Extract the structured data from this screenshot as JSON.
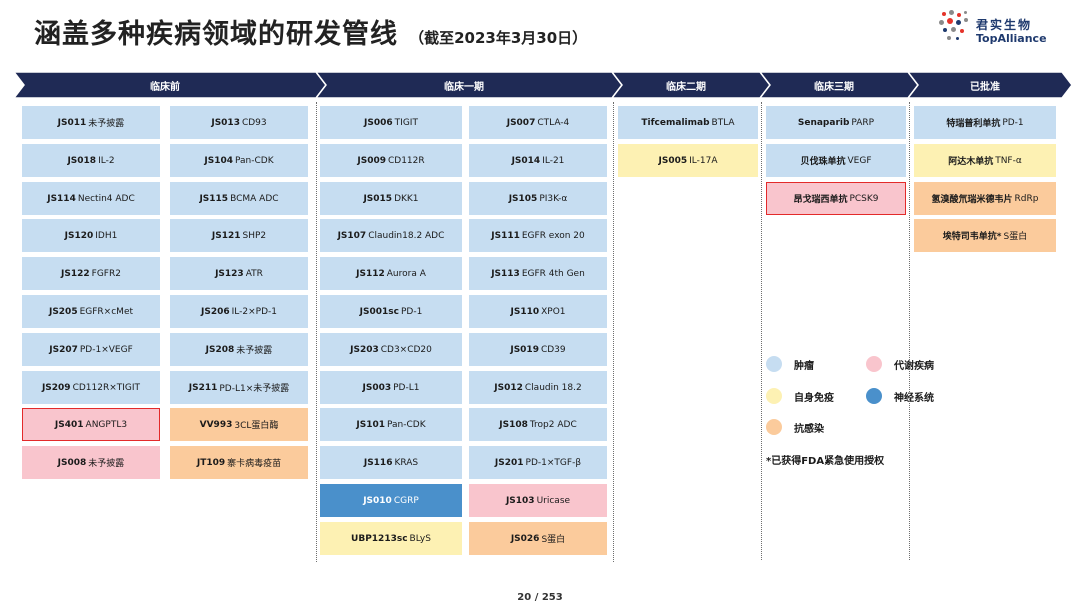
{
  "header": {
    "title": "涵盖多种疾病领域的研发管线",
    "subtitle": "（截至2023年3月30日）"
  },
  "logo": {
    "cn": "君实生物",
    "en": "TopAlliance"
  },
  "phases": [
    "临床前",
    "临床一期",
    "临床二期",
    "临床三期",
    "已批准"
  ],
  "colors": {
    "phase_bar": "#1f2a55",
    "oncology": "#c6ddf1",
    "autoimmune": "#fdf1b3",
    "anti_infection": "#fbcb9c",
    "metabolic": "#f9c5cd",
    "neurology": "#4a90cb",
    "highlight_border": "#e32a2a"
  },
  "columns": [
    {
      "phase": "临床前",
      "items": [
        {
          "code": "JS011",
          "target": "未予披露",
          "cat": "onc"
        },
        {
          "code": "JS018",
          "target": "IL-2",
          "cat": "onc"
        },
        {
          "code": "JS114",
          "target": "Nectin4 ADC",
          "cat": "onc"
        },
        {
          "code": "JS120",
          "target": "IDH1",
          "cat": "onc"
        },
        {
          "code": "JS122",
          "target": "FGFR2",
          "cat": "onc"
        },
        {
          "code": "JS205",
          "target": "EGFR×cMet",
          "cat": "onc"
        },
        {
          "code": "JS207",
          "target": "PD-1×VEGF",
          "cat": "onc"
        },
        {
          "code": "JS209",
          "target": "CD112R×TIGIT",
          "cat": "onc"
        },
        {
          "code": "JS401",
          "target": "ANGPTL3",
          "cat": "met",
          "hl": true
        },
        {
          "code": "JS008",
          "target": "未予披露",
          "cat": "met"
        }
      ]
    },
    {
      "phase": "临床前",
      "items": [
        {
          "code": "JS013",
          "target": "CD93",
          "cat": "onc"
        },
        {
          "code": "JS104",
          "target": "Pan-CDK",
          "cat": "onc"
        },
        {
          "code": "JS115",
          "target": "BCMA ADC",
          "cat": "onc"
        },
        {
          "code": "JS121",
          "target": "SHP2",
          "cat": "onc"
        },
        {
          "code": "JS123",
          "target": "ATR",
          "cat": "onc"
        },
        {
          "code": "JS206",
          "target": "IL-2×PD-1",
          "cat": "onc"
        },
        {
          "code": "JS208",
          "target": "未予披露",
          "cat": "onc"
        },
        {
          "code": "JS211",
          "target": "PD-L1×未予披露",
          "cat": "onc"
        },
        {
          "code": "VV993",
          "target": "3CL蛋白酶",
          "cat": "inf"
        },
        {
          "code": "JT109",
          "target": "寨卡病毒疫苗",
          "cat": "inf"
        }
      ]
    },
    {
      "phase": "临床一期",
      "items": [
        {
          "code": "JS006",
          "target": "TIGIT",
          "cat": "onc"
        },
        {
          "code": "JS009",
          "target": "CD112R",
          "cat": "onc"
        },
        {
          "code": "JS015",
          "target": "DKK1",
          "cat": "onc"
        },
        {
          "code": "JS107",
          "target": "Claudin18.2 ADC",
          "cat": "onc"
        },
        {
          "code": "JS112",
          "target": "Aurora A",
          "cat": "onc"
        },
        {
          "code": "JS001sc",
          "target": "PD-1",
          "cat": "onc"
        },
        {
          "code": "JS203",
          "target": "CD3×CD20",
          "cat": "onc"
        },
        {
          "code": "JS003",
          "target": "PD-L1",
          "cat": "onc"
        },
        {
          "code": "JS101",
          "target": "Pan-CDK",
          "cat": "onc"
        },
        {
          "code": "JS116",
          "target": "KRAS",
          "cat": "onc"
        },
        {
          "code": "JS010",
          "target": "CGRP",
          "cat": "neu"
        },
        {
          "code": "UBP1213sc",
          "target": "BLyS",
          "cat": "imm"
        }
      ]
    },
    {
      "phase": "临床一期",
      "items": [
        {
          "code": "JS007",
          "target": "CTLA-4",
          "cat": "onc"
        },
        {
          "code": "JS014",
          "target": "IL-21",
          "cat": "onc"
        },
        {
          "code": "JS105",
          "target": "PI3K-α",
          "cat": "onc"
        },
        {
          "code": "JS111",
          "target": "EGFR exon 20",
          "cat": "onc"
        },
        {
          "code": "JS113",
          "target": "EGFR 4th Gen",
          "cat": "onc"
        },
        {
          "code": "JS110",
          "target": "XPO1",
          "cat": "onc"
        },
        {
          "code": "JS019",
          "target": "CD39",
          "cat": "onc"
        },
        {
          "code": "JS012",
          "target": "Claudin 18.2",
          "cat": "onc"
        },
        {
          "code": "JS108",
          "target": "Trop2 ADC",
          "cat": "onc"
        },
        {
          "code": "JS201",
          "target": "PD-1×TGF-β",
          "cat": "onc"
        },
        {
          "code": "JS103",
          "target": "Uricase",
          "cat": "met"
        },
        {
          "code": "JS026",
          "target": "S蛋白",
          "cat": "inf"
        }
      ]
    },
    {
      "phase": "临床二期",
      "items": [
        {
          "code": "Tifcemalimab",
          "target": "BTLA",
          "cat": "onc"
        },
        {
          "code": "JS005",
          "target": "IL-17A",
          "cat": "imm"
        }
      ]
    },
    {
      "phase": "临床三期",
      "items": [
        {
          "code": "Senaparib",
          "target": "PARP",
          "cat": "onc"
        },
        {
          "code": "贝伐珠单抗",
          "target": "VEGF",
          "cat": "onc"
        },
        {
          "code": "昂戈瑞西单抗",
          "target": "PCSK9",
          "cat": "met",
          "hl": true
        }
      ]
    },
    {
      "phase": "已批准",
      "items": [
        {
          "code": "特瑞普利单抗",
          "target": "PD-1",
          "cat": "onc"
        },
        {
          "code": "阿达木单抗",
          "target": "TNF-α",
          "cat": "imm"
        },
        {
          "code": "氢溴酸氘瑞米德韦片",
          "target": "RdRp",
          "cat": "inf"
        },
        {
          "code": "埃特司韦单抗*",
          "target": "S蛋白",
          "cat": "inf"
        }
      ]
    }
  ],
  "legend": [
    {
      "label": "肿瘤",
      "cat": "onc"
    },
    {
      "label": "代谢疾病",
      "cat": "met"
    },
    {
      "label": "自身免疫",
      "cat": "imm"
    },
    {
      "label": "神经系统",
      "cat": "neu"
    },
    {
      "label": "抗感染",
      "cat": "inf"
    }
  ],
  "note": "*已获得FDA紧急使用授权",
  "page": {
    "label": "20 / 253"
  }
}
